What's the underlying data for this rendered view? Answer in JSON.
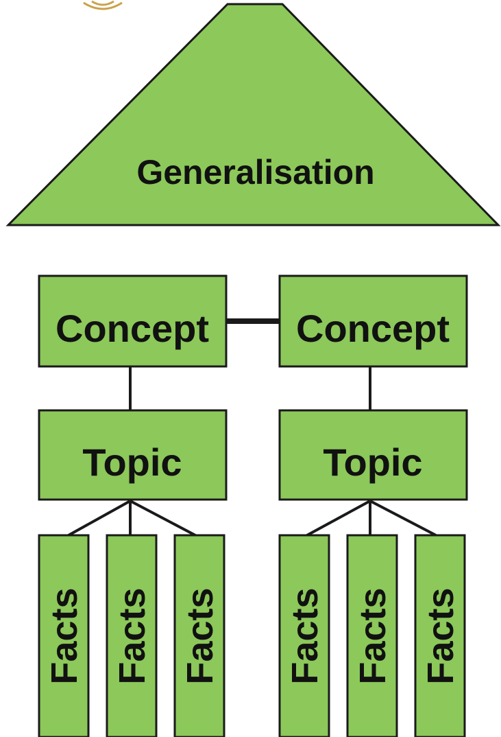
{
  "diagram": {
    "apex": {
      "label": "Generalisation"
    },
    "columns": [
      {
        "concept": "Concept",
        "topic": "Topic",
        "facts": [
          "Facts",
          "Facts",
          "Facts"
        ]
      },
      {
        "concept": "Concept",
        "topic": "Topic",
        "facts": [
          "Facts",
          "Facts",
          "Facts"
        ]
      }
    ]
  },
  "colors": {
    "fill": "#8cc85a",
    "stroke": "#1a1a1a",
    "text": "#111111",
    "logo": "#c9a24a"
  },
  "icons": {
    "top_left_partial_logo": "emblem-icon"
  }
}
